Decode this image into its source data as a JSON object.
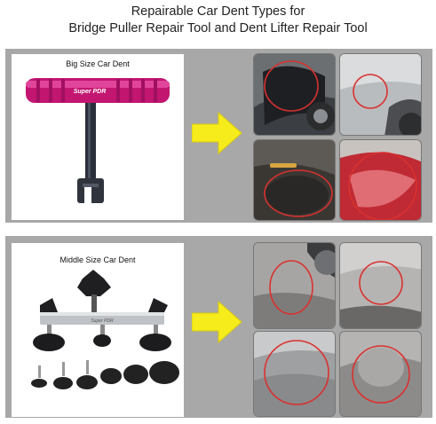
{
  "header": {
    "line1": "Repairable Car Dent Types for",
    "line2": "Bridge Puller Repair Tool and Dent Lifter Repair Tool"
  },
  "panels": [
    {
      "label": "Big Size Car Dent",
      "tool_icon": "t-bar-dent-puller",
      "tool_logo": "Super PDR",
      "arrow_icon": "right-arrow-icon",
      "photos": [
        "dent-photo",
        "dent-photo",
        "dent-photo",
        "dent-photo"
      ]
    },
    {
      "label": "Middle Size Car Dent",
      "tool_icon": "bridge-puller-tool",
      "tool_logo": "Super PDR",
      "arrow_icon": "right-arrow-icon",
      "photos": [
        "dent-photo",
        "dent-photo",
        "dent-photo",
        "dent-photo"
      ]
    }
  ],
  "colors": {
    "panel_bg": "#a8a8a8",
    "arrow": "#f6ec1c",
    "tool_handle": "#d31a7a",
    "dent_circle": "#d9312f"
  }
}
